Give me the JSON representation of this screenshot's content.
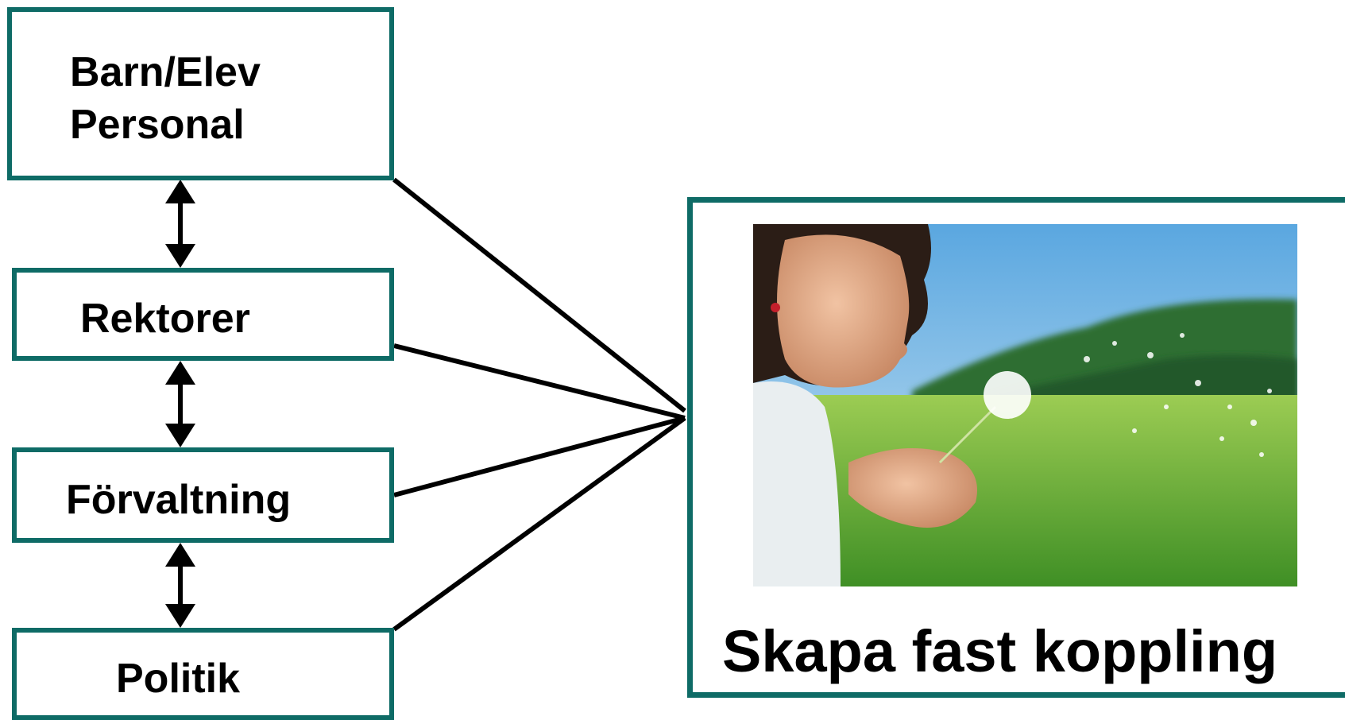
{
  "boxes": {
    "top": {
      "line1": "Barn/Elev",
      "line2": "Personal"
    },
    "second": {
      "label": "Rektorer"
    },
    "third": {
      "label": "Förvaltning"
    },
    "bottom": {
      "label": "Politik"
    }
  },
  "panel": {
    "caption": "Skapa fast koppling"
  },
  "photo": {
    "subject": "girl blowing dandelion in meadow"
  },
  "colors": {
    "border": "#0e6b66",
    "line": "#000000",
    "sky": "#7fc0ea",
    "grass": "#6db33f"
  },
  "icons": {
    "arrow": "double-headed-vertical-arrow"
  }
}
